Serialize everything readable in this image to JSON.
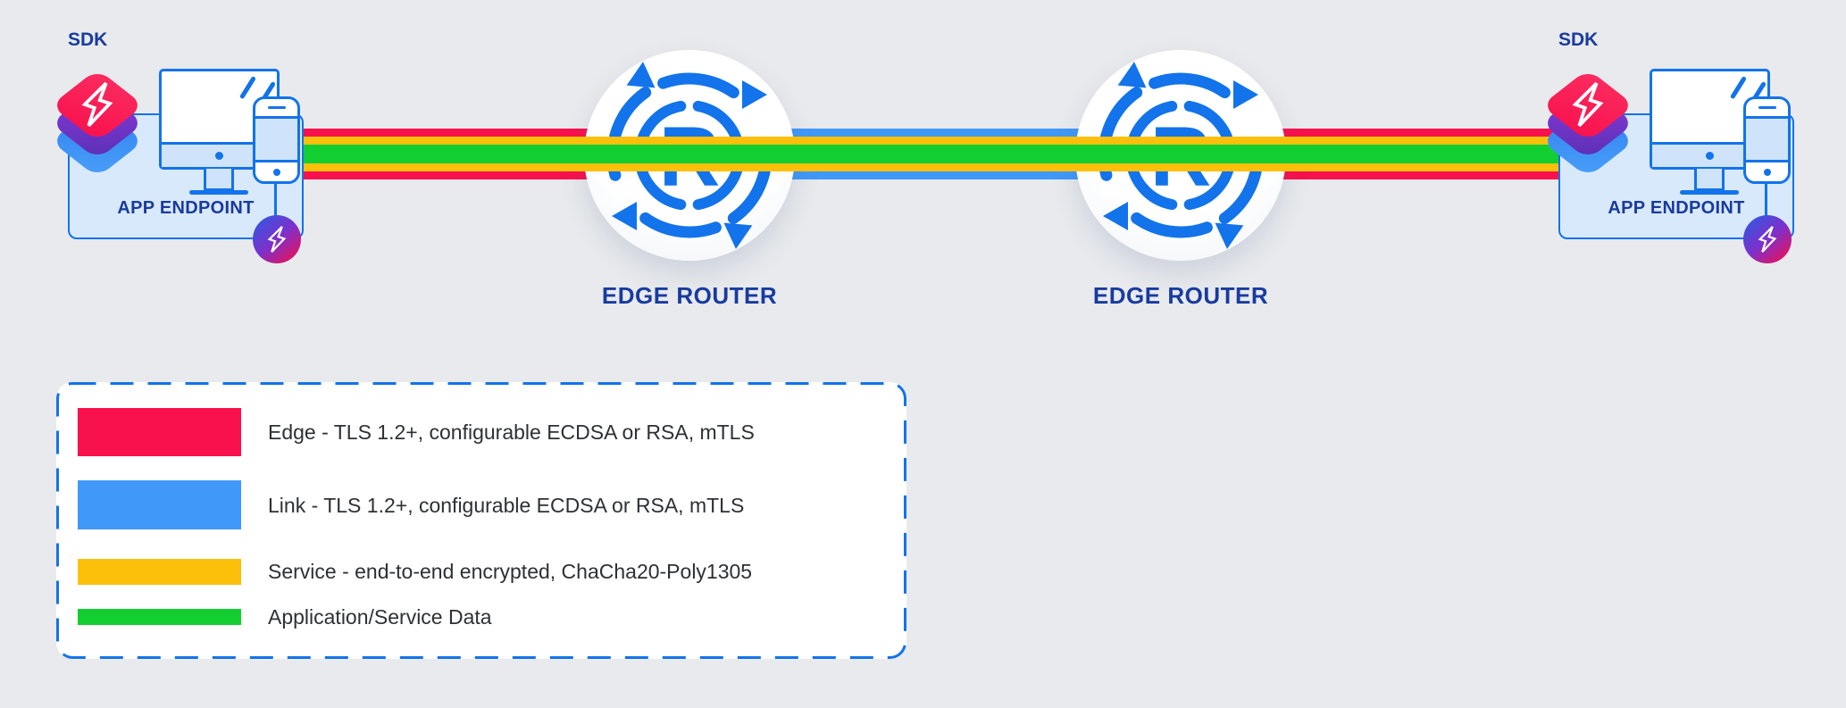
{
  "colors": {
    "background": "#e8eaed",
    "edge_red": "#f8114d",
    "link_blue": "#4098f8",
    "service_yellow": "#fcc00b",
    "data_green": "#12ce31",
    "icon_blue": "#1273eb",
    "navy_text": "#183b9e",
    "box_fill": "#d9e9fc",
    "icon_fill": "#cfe3fa",
    "legend_text": "#2e3033",
    "badge_blue": "#3556e0",
    "badge_purple": "#7c30cc",
    "badge_pink": "#ea1159"
  },
  "endpoints": [
    {
      "sdk_label": "SDK",
      "title": "APP ENDPOINT"
    },
    {
      "sdk_label": "SDK",
      "title": "APP ENDPOINT"
    }
  ],
  "routers": [
    {
      "label": "EDGE ROUTER",
      "glyph_letter": "R"
    },
    {
      "label": "EDGE ROUTER",
      "glyph_letter": "R"
    }
  ],
  "legend": {
    "items": [
      {
        "key": "edge",
        "color": "#f8114d",
        "label": "Edge - TLS 1.2+, configurable ECDSA or RSA, mTLS"
      },
      {
        "key": "link",
        "color": "#4098f8",
        "label": "Link - TLS 1.2+, configurable ECDSA or RSA, mTLS"
      },
      {
        "key": "service",
        "color": "#fcc00b",
        "label": "Service - end-to-end encrypted, ChaCha20-Poly1305"
      },
      {
        "key": "data",
        "color": "#12ce31",
        "label": "Application/Service Data"
      }
    ]
  }
}
